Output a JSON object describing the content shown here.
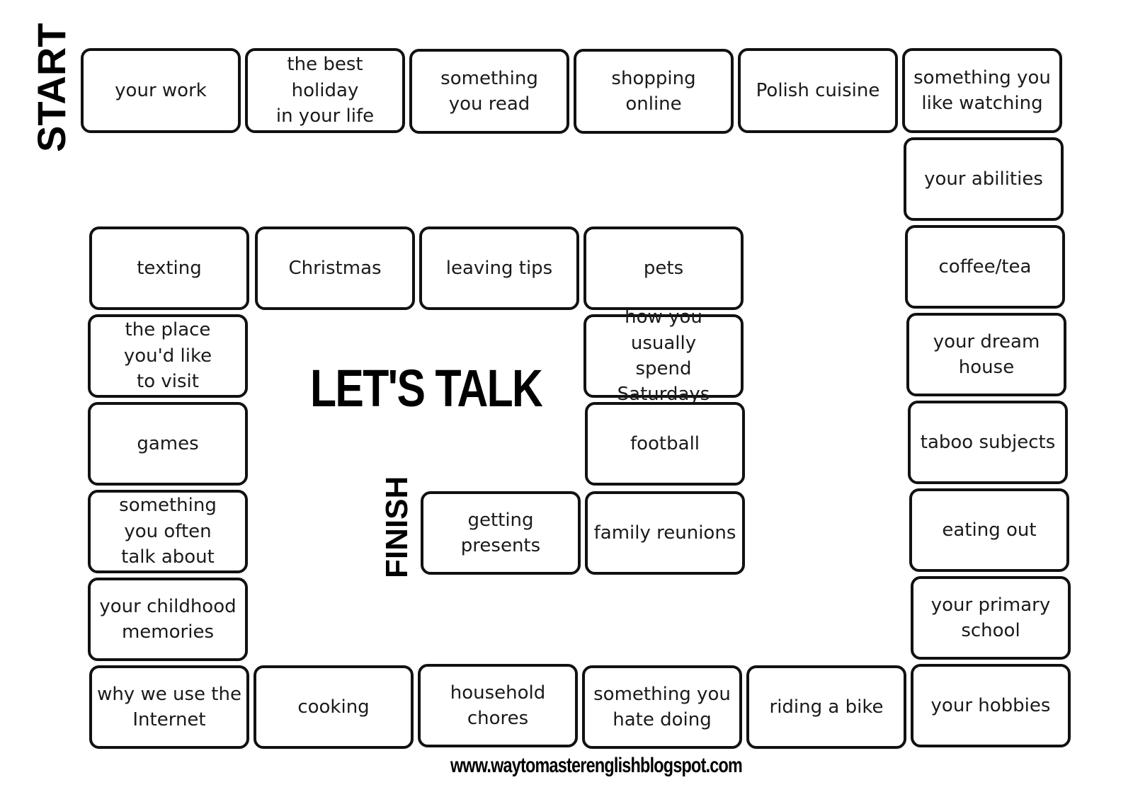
{
  "board": {
    "title": "LET'S TALK",
    "start_label": "START",
    "finish_label": "FINISH",
    "website": "www.waytomasterenglishblogspot.com",
    "cells": [
      "your work",
      "the best holiday\nin your life",
      "something\nyou read",
      "shopping\nonline",
      "Polish cuisine",
      "something you\nlike watching",
      "your abilities",
      "coffee/tea",
      "your dream\nhouse",
      "taboo subjects",
      "eating out",
      "your primary\nschool",
      "your hobbies",
      "riding a bike",
      "something you\nhate doing",
      "household\nchores",
      "cooking",
      "why we use the\nInternet",
      "your childhood\nmemories",
      "something\nyou often\ntalk about",
      "games",
      "the place\nyou'd like\nto visit",
      "texting",
      "Christmas",
      "leaving tips",
      "pets",
      "how you usually\nspend\nSaturdays",
      "football",
      "family reunions",
      "getting\npresents"
    ]
  }
}
